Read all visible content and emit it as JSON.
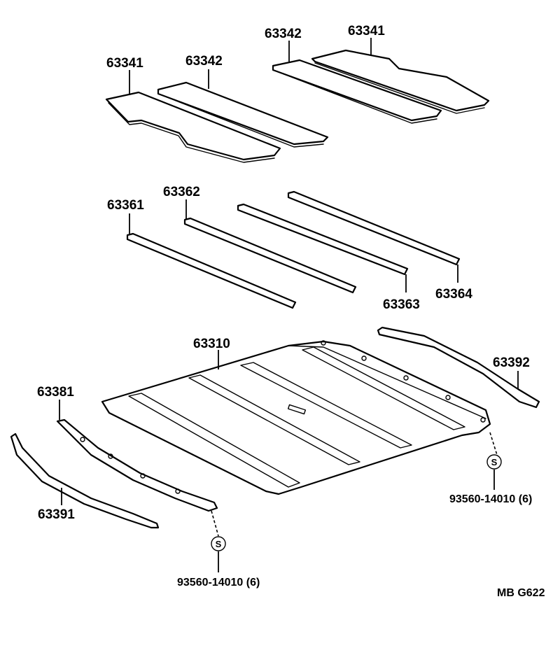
{
  "labels": {
    "pad_upper_right_a": "63341",
    "pad_upper_right_b": "63342",
    "pad_left_a": "63341",
    "pad_left_b": "63342",
    "strip_1": "63361",
    "strip_2": "63362",
    "strip_3": "63363",
    "strip_4": "63364",
    "headliner": "63310",
    "front_weatherstrip": "63381",
    "front_retainer": "63391",
    "rear_retainer": "63392",
    "clip_front": "93560-14010 (6)",
    "clip_rear": "93560-14010 (6)",
    "clip_symbol": "S",
    "diagram_code": "MB G622"
  }
}
